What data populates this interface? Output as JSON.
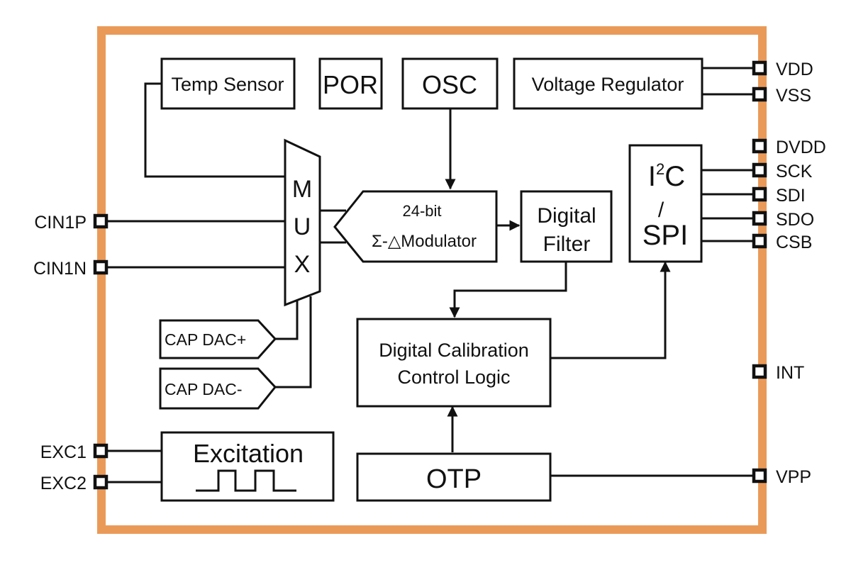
{
  "colors": {
    "chip_border": "#ea9a58",
    "ink": "#111111",
    "background": "#ffffff"
  },
  "blocks": {
    "temp_sensor": "Temp Sensor",
    "por": "POR",
    "osc": "OSC",
    "voltage_regulator": "Voltage Regulator",
    "mux": [
      "M",
      "U",
      "X"
    ],
    "modulator_line1": "24-bit",
    "modulator_line2": "Σ-△Modulator",
    "digital_filter_line1": "Digital",
    "digital_filter_line2": "Filter",
    "interface_line1": "I",
    "interface_sup": "2",
    "interface_line1b": "C",
    "interface_slash": "/",
    "interface_line2": "SPI",
    "cap_dac_plus": "CAP DAC+",
    "cap_dac_minus": "CAP DAC-",
    "calibration_line1": "Digital Calibration",
    "calibration_line2": "Control Logic",
    "excitation": "Excitation",
    "otp": "OTP"
  },
  "pins": {
    "left": [
      "CIN1P",
      "CIN1N",
      "EXC1",
      "EXC2"
    ],
    "right": [
      "VDD",
      "VSS",
      "DVDD",
      "SCK",
      "SDI",
      "SDO",
      "CSB",
      "INT",
      "VPP"
    ]
  }
}
